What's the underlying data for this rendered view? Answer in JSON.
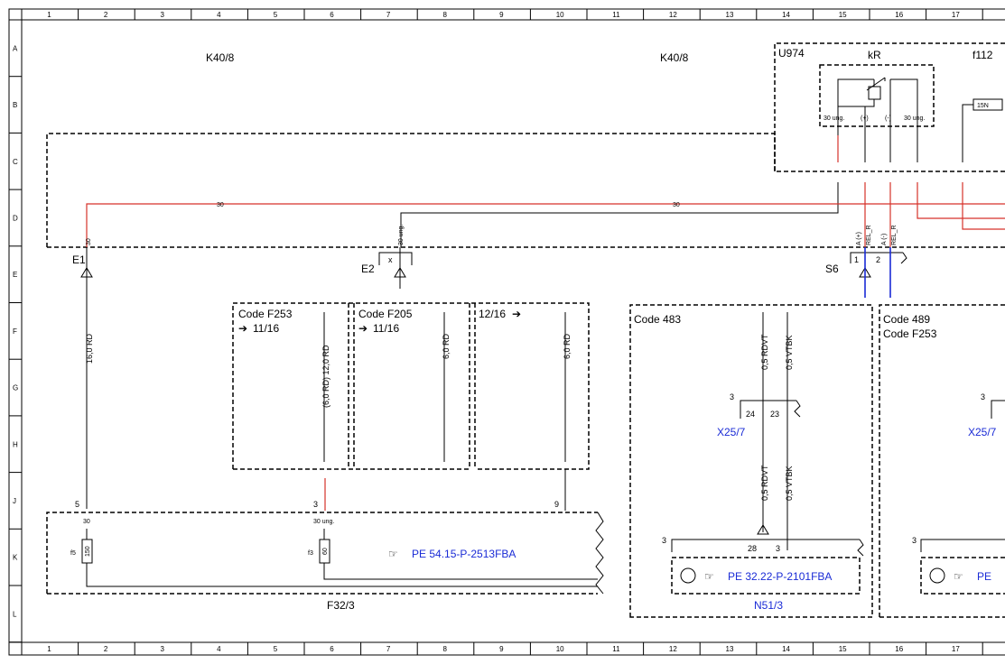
{
  "grid": {
    "columns": [
      "1",
      "2",
      "3",
      "4",
      "5",
      "6",
      "7",
      "8",
      "9",
      "10",
      "11",
      "12",
      "13",
      "14",
      "15",
      "16",
      "17"
    ],
    "rows": [
      "A",
      "B",
      "C",
      "D",
      "E",
      "F",
      "G",
      "H",
      "J",
      "K",
      "L"
    ]
  },
  "components": {
    "k40_left": "K40/8",
    "k40_right": "K40/8",
    "u974": "U974",
    "kr": "kR",
    "f112": "f112",
    "f32": "F32/3",
    "n51": "N51/3",
    "s6": "S6",
    "e1": "E1",
    "e2": "E2",
    "x25_left": "X25/7",
    "x25_right": "X25/7"
  },
  "relay": {
    "pin_30ung_left": "30 ung.",
    "pin_plus": "(+)",
    "pin_minus": "(-)",
    "pin_30ung_right": "30 ung.",
    "box15n": "15N"
  },
  "wires": {
    "wire30_a": "30",
    "wire30_b": "30",
    "e1_pin": "30",
    "e2_pin": "30 ung.",
    "e2_x": "x",
    "rel_r1": "REL_R",
    "rel_r2": "REL_R",
    "a_plus": "A (+)",
    "a_minus": "A (-)",
    "s6_pin1": "1",
    "s6_pin2": "2",
    "rd16": "16,0 RD",
    "rd12": "(6,0 RD) 12,0 RD",
    "rd6a": "6,0 RD",
    "rd6b": "6,0 RD",
    "rdvt_top": "0,5 RDVT",
    "vtbk_top": "0,5 VTBK",
    "rdvt_bot": "0,5 RDVT",
    "vtbk_bot": "0,5 VTBK"
  },
  "codes": {
    "f253_title": "Code F253",
    "f253_ref": "11/16",
    "f205_title": "Code F205",
    "f205_ref": "11/16",
    "ref_1216": "12/16",
    "c483": "Code 483",
    "c489": "Code 489",
    "c489_f253": "Code F253"
  },
  "connectors": {
    "f32_pin5": "5",
    "f32_pin3": "3",
    "f32_pin9": "9",
    "f32_30": "30",
    "f32_30ung": "30 ung.",
    "fuse_f5": "f5",
    "fuse_f5_val": "150",
    "fuse_f3": "f3",
    "fuse_f3_val": "60",
    "x25_num": "3",
    "x25_pin24": "24",
    "x25_pin23": "23",
    "x25_right_num": "3",
    "n51_num": "3",
    "n51_pin28": "28",
    "n51_pin3": "3",
    "right_num": "3"
  },
  "references": {
    "pe_f32": "PE 54.15-P-2513FBA",
    "pe_n51": "PE 32.22-P-2101FBA",
    "pe_right": "PE"
  }
}
